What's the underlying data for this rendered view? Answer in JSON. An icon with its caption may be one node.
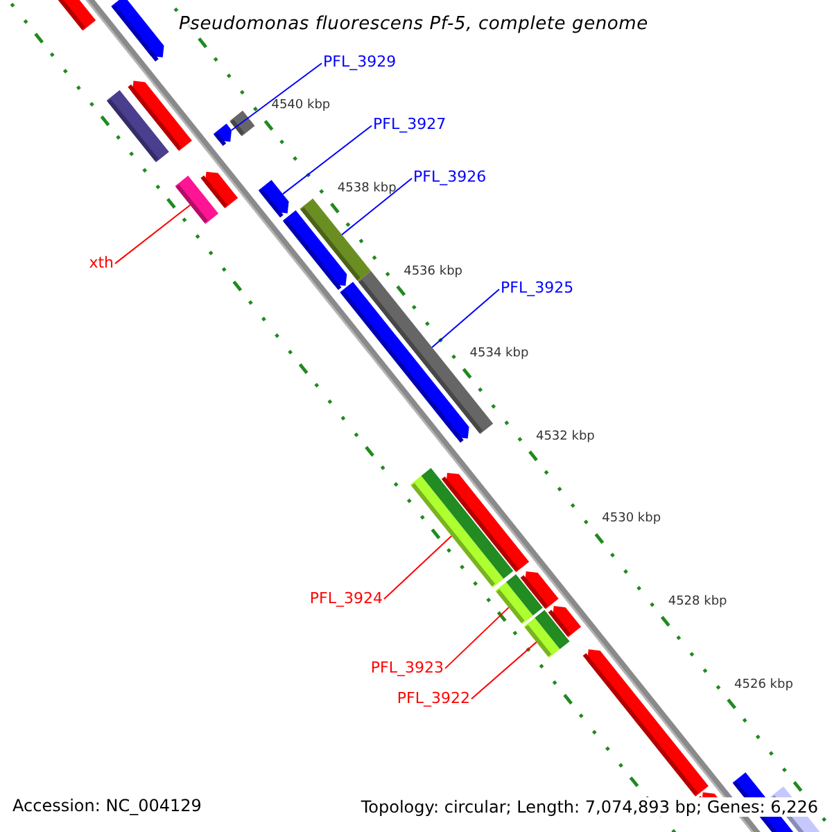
{
  "diagram": {
    "title": "Pseudomonas fluorescens Pf-5, complete genome",
    "nodes": [
      {
        "text": [
          "PFL_3929"
        ]
      },
      {
        "text": [],
        "shape": "bar"
      },
      {
        "text": [
          "PFL_3927"
        ]
      },
      {
        "text": [],
        "shape": "bar"
      },
      {
        "text": [
          "PFL_3926"
        ]
      },
      {
        "text": [],
        "shape": "bar"
      },
      {
        "text": [
          "xth"
        ]
      },
      {
        "text": [],
        "shape": "bar"
      },
      {
        "text": [
          "PFL_3925"
        ]
      },
      {
        "text": [],
        "shape": "bar"
      },
      {
        "text": [
          "PFL_3924"
        ]
      },
      {
        "text": [],
        "shape": "bar"
      },
      {
        "text": [
          "PFL_3923"
        ]
      },
      {
        "text": [],
        "shape": "bar"
      },
      {
        "text": [
          "PFL_3922"
        ]
      },
      {
        "text": [],
        "shape": "bar"
      }
    ],
    "edges": [
      {
        "from": 0,
        "to": 1,
        "arrow": "none",
        "color": "#0000ff"
      },
      {
        "from": 2,
        "to": 3,
        "arrow": "none",
        "color": "#0000ff"
      },
      {
        "from": 4,
        "to": 5,
        "arrow": "none",
        "color": "#0000ff"
      },
      {
        "from": 6,
        "to": 7,
        "arrow": "none",
        "color": "#ff0000"
      },
      {
        "from": 8,
        "to": 9,
        "arrow": "none",
        "color": "#0000ff"
      },
      {
        "from": 10,
        "to": 11,
        "arrow": "none",
        "color": "#ff0000"
      },
      {
        "from": 12,
        "to": 13,
        "arrow": "none",
        "color": "#ff0000"
      },
      {
        "from": 14,
        "to": 15,
        "arrow": "none",
        "color": "#ff0000"
      }
    ],
    "labels": [
      "4540 kbp",
      "4538 kbp",
      "4536 kbp",
      "4534 kbp",
      "4532 kbp",
      "4530 kbp",
      "4528 kbp",
      "4526 kbp",
      "Accession: NC_004129",
      "Topology: circular; Length: 7,074,893 bp; Genes: 6,226"
    ]
  }
}
